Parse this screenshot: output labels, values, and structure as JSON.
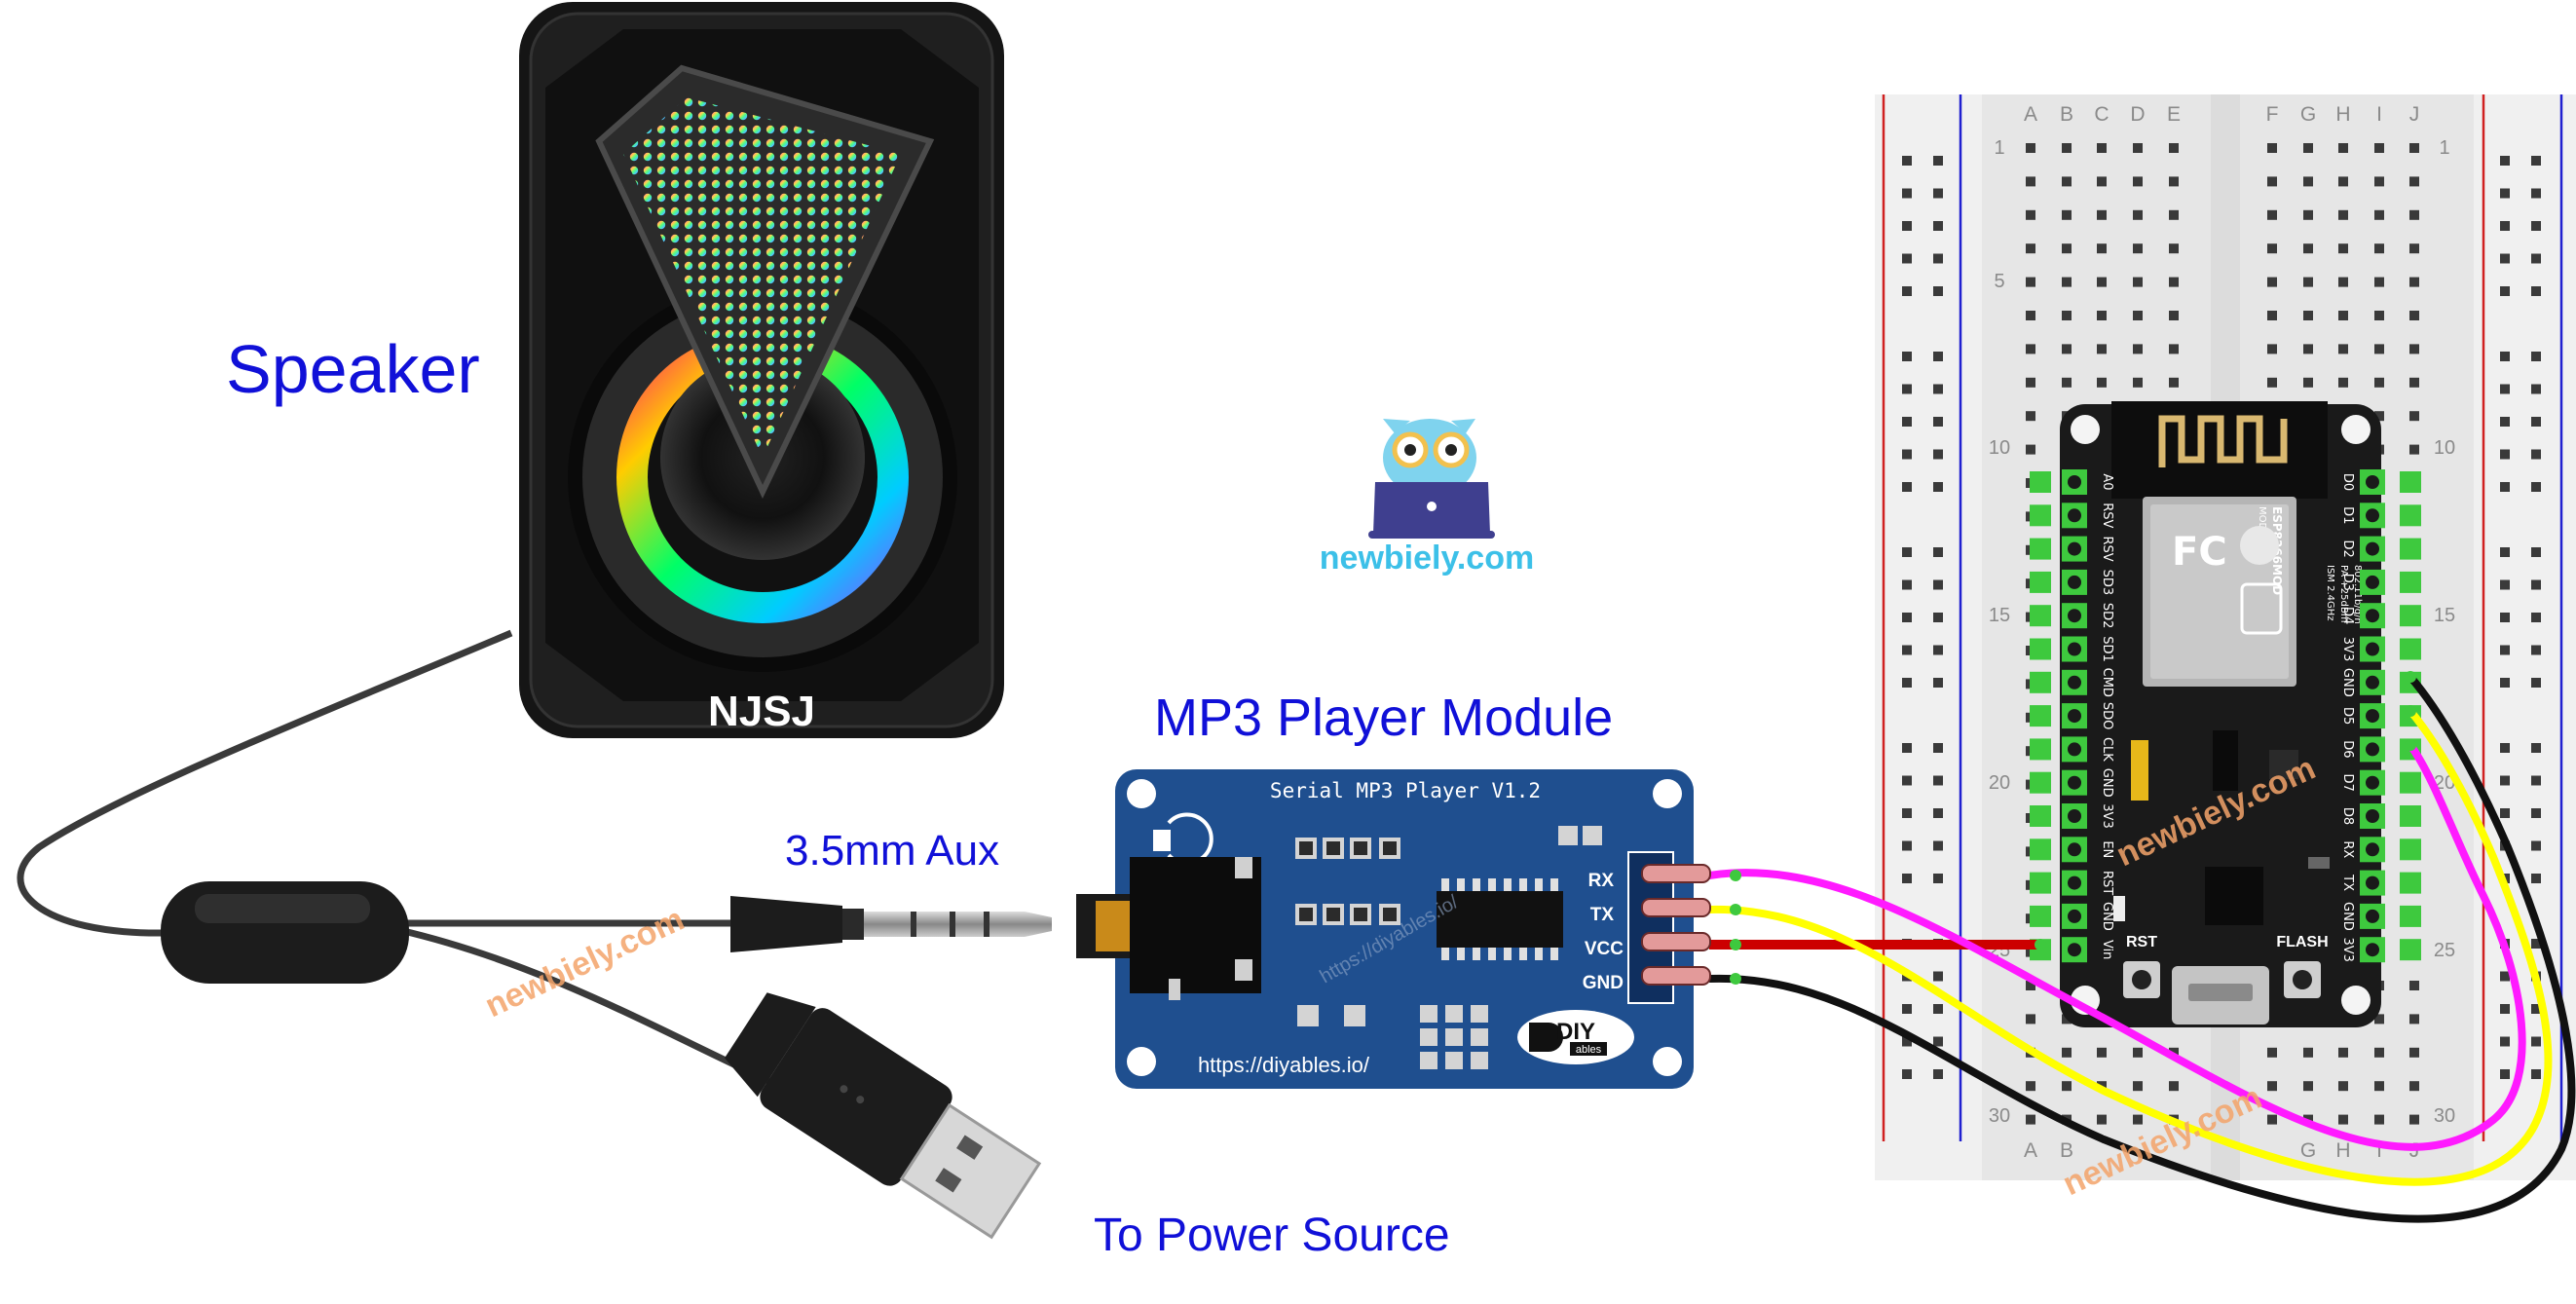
{
  "labels": {
    "speaker": "Speaker",
    "mp3_module": "MP3 Player Module",
    "aux": "3.5mm Aux",
    "power": "To Power Source",
    "logo_text": "newbiely.com"
  },
  "speaker_brand": "NJSJ",
  "module": {
    "title": "Serial MP3 Player V1.2",
    "url": "https://diyables.io/",
    "pins": [
      "RX",
      "TX",
      "VCC",
      "GND"
    ],
    "brand_big": "DIY",
    "brand_small": "ables"
  },
  "esp": {
    "left_pins": [
      "A0",
      "RSV",
      "RSV",
      "SD3",
      "SD2",
      "SD1",
      "CMD",
      "SDO",
      "CLK",
      "GND",
      "3V3",
      "EN",
      "RST",
      "GND",
      "Vin"
    ],
    "right_pins": [
      "D0",
      "D1",
      "D2",
      "D3",
      "D4",
      "3V3",
      "GND",
      "D5",
      "D6",
      "D7",
      "D8",
      "RX",
      "TX",
      "GND",
      "3V3"
    ],
    "buttons": [
      "RST",
      "FLASH"
    ],
    "module_text": [
      "MODEL",
      "ESP8266MOD",
      "ISM 2.4GHz",
      "PA +25dBm",
      "802.11b/g/n"
    ]
  },
  "breadboard": {
    "columns_left": [
      "A",
      "B",
      "C",
      "D",
      "E"
    ],
    "columns_right": [
      "F",
      "G",
      "H",
      "I",
      "J"
    ],
    "row_numbers": [
      "1",
      "5",
      "10",
      "15",
      "20",
      "25",
      "30"
    ]
  },
  "watermarks": [
    "newbiely.com",
    "newbiely.com",
    "newbiely.com",
    "https://diyables.io/"
  ],
  "colors": {
    "label": "#1010d8",
    "module_blue": "#1f4f8f",
    "wire_magenta": "#ff1aff",
    "wire_yellow": "#ffff00",
    "wire_red": "#cc0000",
    "wire_black": "#111111",
    "pcb": "#1c1c1c",
    "header_green": "#3ec93e"
  }
}
